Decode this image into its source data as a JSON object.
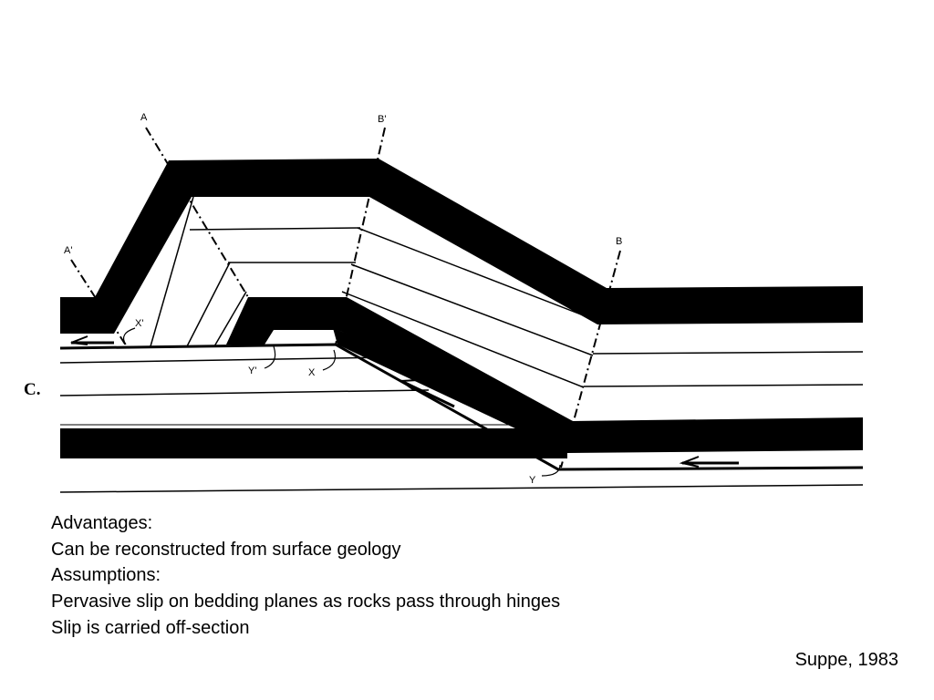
{
  "figure": {
    "panel_label": "C.",
    "point_labels": {
      "A": "A",
      "A_prime": "A'",
      "B": "B",
      "B_prime": "B'",
      "X": "X",
      "X_prime": "X'",
      "Y": "Y",
      "Y_prime": "Y'"
    },
    "colors": {
      "ink": "#000000",
      "paper": "#ffffff"
    }
  },
  "notes": {
    "advantages_heading": "Advantages:",
    "advantage_1": "Can be reconstructed from surface geology",
    "assumptions_heading": "Assumptions:",
    "assumption_1": "Pervasive slip on bedding planes as rocks pass through hinges",
    "assumption_2": "Slip is carried off-section"
  },
  "citation": "Suppe, 1983"
}
